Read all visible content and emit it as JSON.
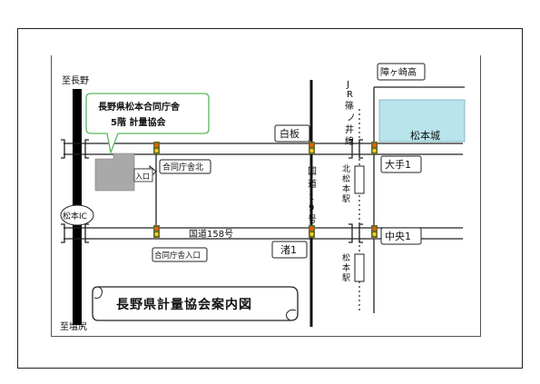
{
  "map_labels": {
    "to_nagano": "至長野",
    "to_shiojiri": "至塩尻",
    "matsumoto_ic": "松本IC",
    "callout_line1": "長野県松本合同庁舎",
    "callout_line2": "5階 計量協会",
    "entrance": "入口",
    "godo_kita": "合同庁舎北",
    "godo_iriguchi": "合同庁舎入口",
    "shirota": "白板",
    "route158": "国道158号",
    "route19": [
      "国",
      "道",
      "1",
      "9",
      "号"
    ],
    "nagisa": "渚1",
    "jr_line": [
      "J",
      "R",
      "篠",
      "ノ",
      "井",
      "線"
    ],
    "kita_matsumoto": [
      "北",
      "松",
      "本",
      "駅"
    ],
    "matsumoto_station": [
      "松",
      "本",
      "駅"
    ],
    "hajigasaki": "障ヶ崎高",
    "matsumoto_castle": "松本城",
    "ote1": "大手1",
    "chuo1": "中央1",
    "title": "長野県計量協会案内図"
  },
  "colors": {
    "castle": "#b8e4ec",
    "building": "#a9a9a9",
    "callout_border": "#5cb85c",
    "highway": "#000000"
  }
}
